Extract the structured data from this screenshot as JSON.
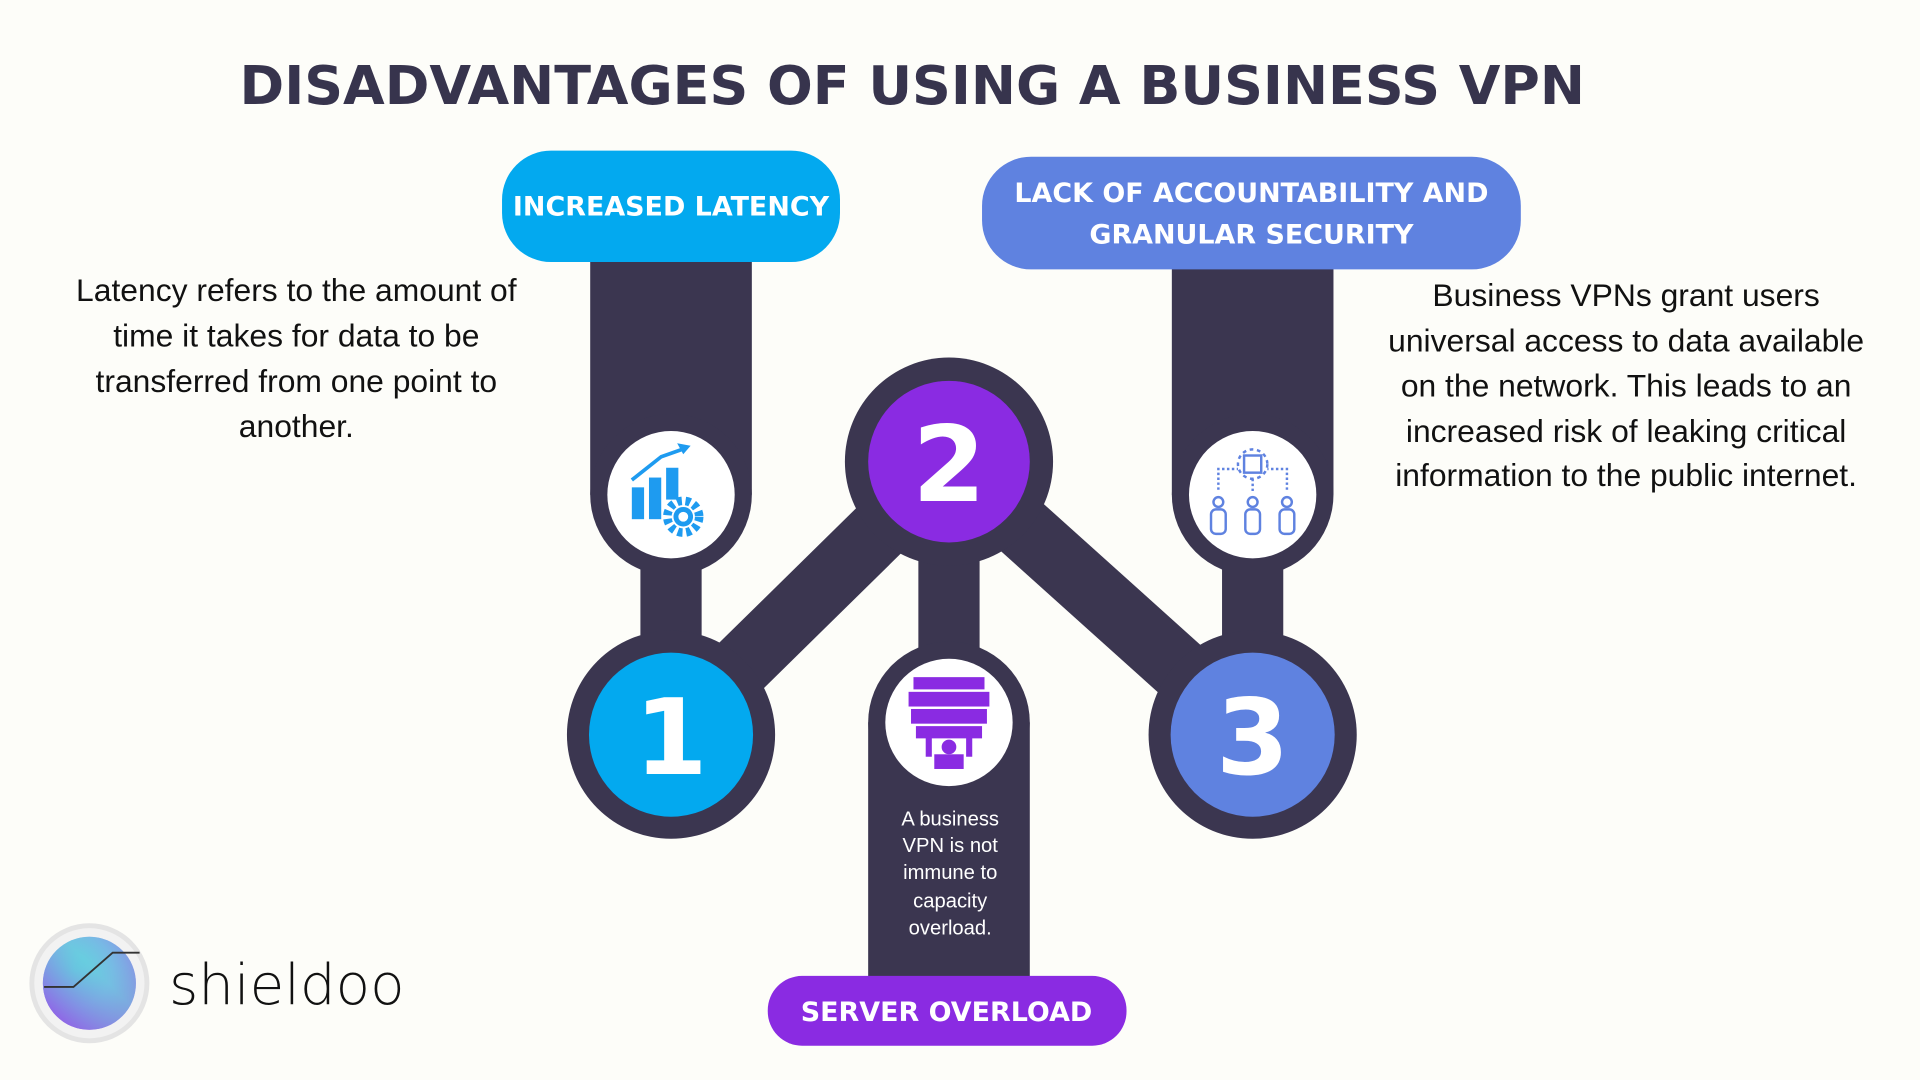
{
  "title": "DISADVANTAGES OF USING A BUSINESS VPN",
  "items": [
    {
      "number": "1",
      "heading": "INCREASED LATENCY",
      "icon": "chart-gear-icon",
      "color": "#03a9ef",
      "description": [
        "Latency refers to the amount of",
        "time it takes for data to be",
        "transferred from one point to",
        "another."
      ]
    },
    {
      "number": "2",
      "heading": "SERVER OVERLOAD",
      "icon": "overloaded-person-icon",
      "color": "#8a2be2",
      "description": [
        "A business",
        "VPN is not",
        "immune to",
        "capacity",
        "overload."
      ]
    },
    {
      "number": "3",
      "heading_lines": [
        "LACK OF ACCOUNTABILITY AND",
        "GRANULAR SECURITY"
      ],
      "icon": "access-hierarchy-icon",
      "color": "#5f82e0",
      "description": [
        "Business VPNs grant users",
        "universal access to data available",
        "on the network. This leads to an",
        "increased risk of leaking critical",
        "information to the public internet."
      ]
    }
  ],
  "logo": {
    "name": "shieldoo"
  },
  "colors": {
    "dark": "#3b3650",
    "title": "#37344d"
  }
}
